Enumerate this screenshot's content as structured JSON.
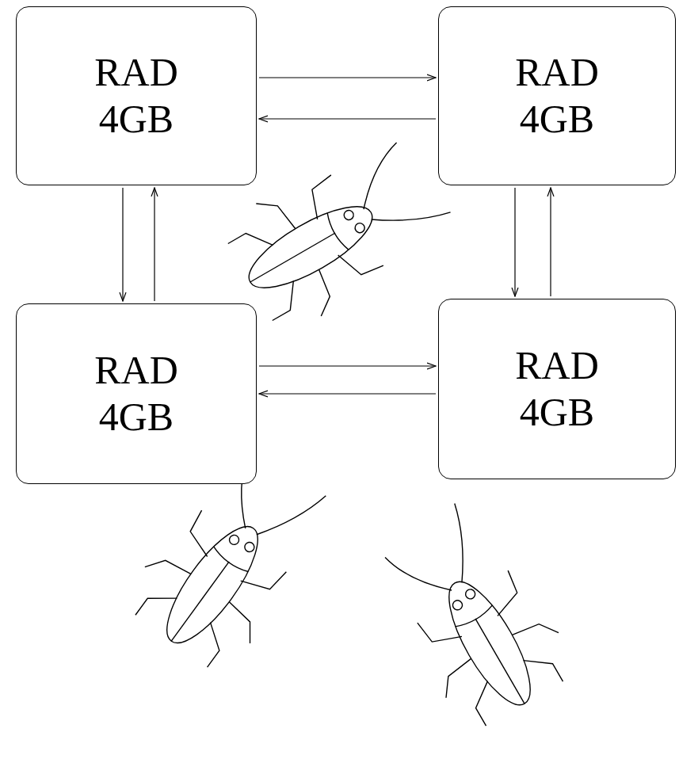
{
  "diagram": {
    "nodes": [
      {
        "text": [
          "RAD 4GB"
        ]
      },
      {
        "text": [
          "RAD 4GB"
        ]
      },
      {
        "text": [
          "RAD 4GB"
        ]
      },
      {
        "text": [
          "RAD 4GB"
        ]
      }
    ],
    "edges": [
      {
        "from": 0,
        "to": 1,
        "arrow": "to"
      },
      {
        "from": 1,
        "to": 0,
        "arrow": "to"
      },
      {
        "from": 0,
        "to": 2,
        "arrow": "to"
      },
      {
        "from": 2,
        "to": 0,
        "arrow": "to"
      },
      {
        "from": 1,
        "to": 3,
        "arrow": "to"
      },
      {
        "from": 3,
        "to": 1,
        "arrow": "to"
      },
      {
        "from": 2,
        "to": 3,
        "arrow": "to"
      },
      {
        "from": 3,
        "to": 2,
        "arrow": "to"
      }
    ]
  }
}
